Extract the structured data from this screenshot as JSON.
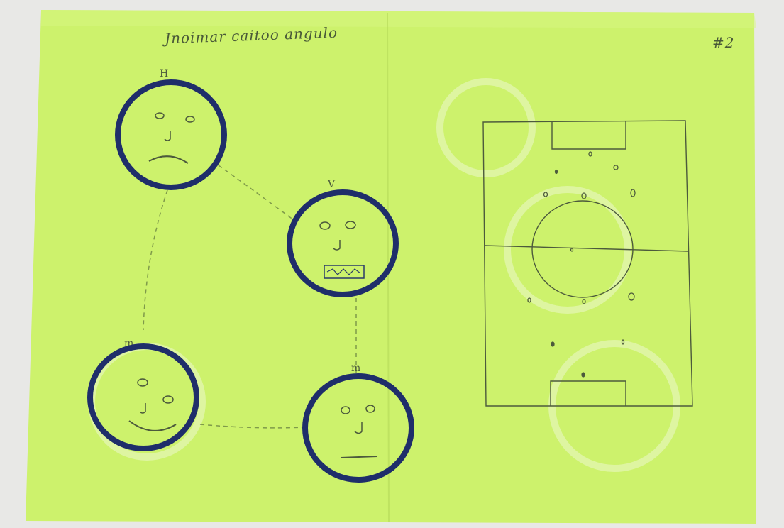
{
  "drawing": {
    "title": "Jnoimar caitoo angulo",
    "page_mark": "#2",
    "paper_color": "#cdf26c",
    "ink_color": "#1f2e6a",
    "pencil_color": "#4c5a3c",
    "faces": [
      {
        "id": "top-left",
        "mood": "sad",
        "letter": "H"
      },
      {
        "id": "middle-right",
        "mood": "grimace",
        "letter": "V"
      },
      {
        "id": "bottom-left",
        "mood": "happy",
        "letter": "m"
      },
      {
        "id": "bottom-right",
        "mood": "neutral",
        "letter": "m"
      }
    ],
    "field": {
      "type": "soccer-pitch-sketch",
      "player_marks": 13
    }
  }
}
